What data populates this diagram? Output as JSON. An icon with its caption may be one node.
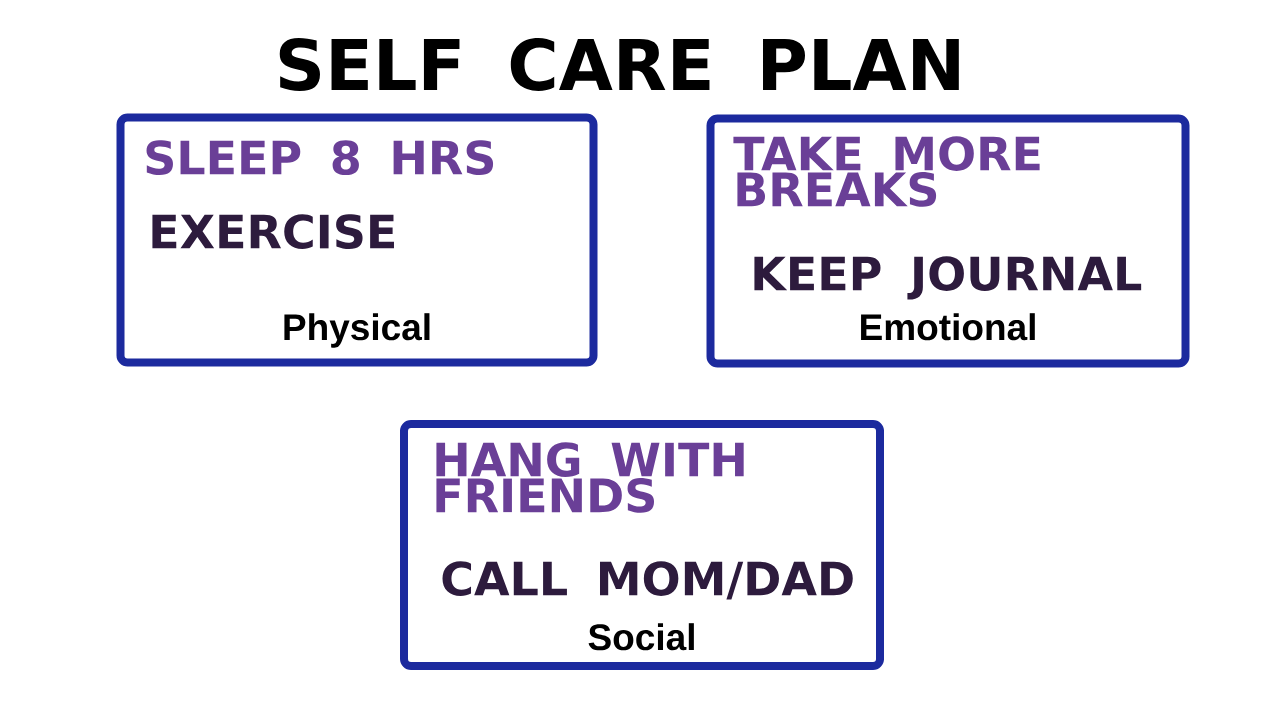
{
  "diagram": {
    "title": "SELF CARE PLAN",
    "nodes": [
      {
        "text": [
          "SLEEP 8 HRS",
          "EXERCISE",
          "Physical"
        ]
      },
      {
        "text": [
          "TAKE MORE BREAKS",
          "KEEP JOURNAL",
          "Emotional"
        ]
      },
      {
        "text": [
          "HANG WITH FRIENDS",
          "CALL MOM/DAD",
          "Social"
        ]
      }
    ]
  }
}
